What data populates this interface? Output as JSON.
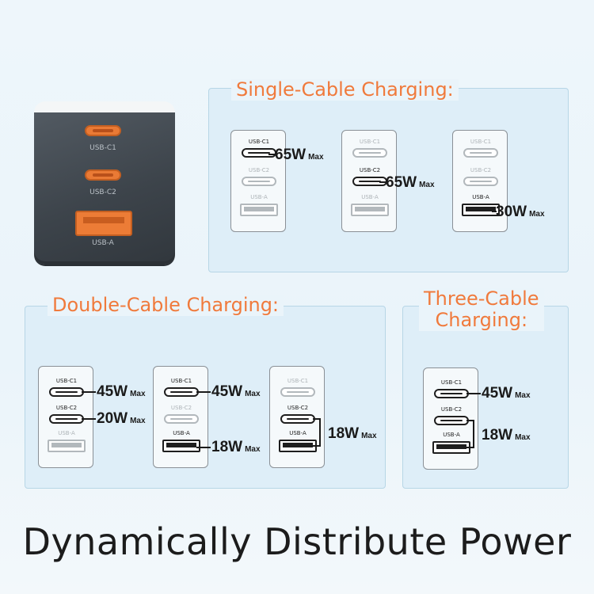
{
  "device": {
    "ports": [
      "USB-C1",
      "USB-C2",
      "USB-A"
    ]
  },
  "colors": {
    "accent": "#f07a3c",
    "port_orange": "#ea7a35",
    "panel_bg": "#deeef8",
    "panel_border": "#b7d6e6"
  },
  "single": {
    "title": "Single-Cable Charging:",
    "cards": [
      {
        "ports": [
          {
            "label": "USB-C1",
            "active": true
          },
          {
            "label": "USB-C2",
            "active": false
          },
          {
            "label": "USB-A",
            "active": false
          }
        ],
        "power": {
          "value": "65W",
          "max": "Max"
        }
      },
      {
        "ports": [
          {
            "label": "USB-C1",
            "active": false
          },
          {
            "label": "USB-C2",
            "active": true
          },
          {
            "label": "USB-A",
            "active": false
          }
        ],
        "power": {
          "value": "65W",
          "max": "Max"
        }
      },
      {
        "ports": [
          {
            "label": "USB-C1",
            "active": false
          },
          {
            "label": "USB-C2",
            "active": false
          },
          {
            "label": "USB-A",
            "active": true
          }
        ],
        "power": {
          "value": "30W",
          "max": "Max"
        }
      }
    ]
  },
  "double": {
    "title": "Double-Cable Charging:",
    "cards": [
      {
        "ports": [
          {
            "label": "USB-C1",
            "active": true
          },
          {
            "label": "USB-C2",
            "active": true
          },
          {
            "label": "USB-A",
            "active": false
          }
        ],
        "powers": [
          {
            "value": "45W",
            "max": "Max"
          },
          {
            "value": "20W",
            "max": "Max"
          }
        ]
      },
      {
        "ports": [
          {
            "label": "USB-C1",
            "active": true
          },
          {
            "label": "USB-C2",
            "active": false
          },
          {
            "label": "USB-A",
            "active": true
          }
        ],
        "powers": [
          {
            "value": "45W",
            "max": "Max"
          },
          {
            "value": "18W",
            "max": "Max"
          }
        ]
      },
      {
        "ports": [
          {
            "label": "USB-C1",
            "active": false
          },
          {
            "label": "USB-C2",
            "active": true
          },
          {
            "label": "USB-A",
            "active": true
          }
        ],
        "powers": [
          {
            "value": "18W",
            "max": "Max"
          }
        ]
      }
    ]
  },
  "triple": {
    "title_line1": "Three-Cable",
    "title_line2": "Charging:",
    "card": {
      "ports": [
        {
          "label": "USB-C1",
          "active": true
        },
        {
          "label": "USB-C2",
          "active": true
        },
        {
          "label": "USB-A",
          "active": true
        }
      ],
      "powers": [
        {
          "value": "45W",
          "max": "Max"
        },
        {
          "value": "18W",
          "max": "Max"
        }
      ]
    }
  },
  "footer": {
    "text": "Dynamically Distribute Power"
  }
}
